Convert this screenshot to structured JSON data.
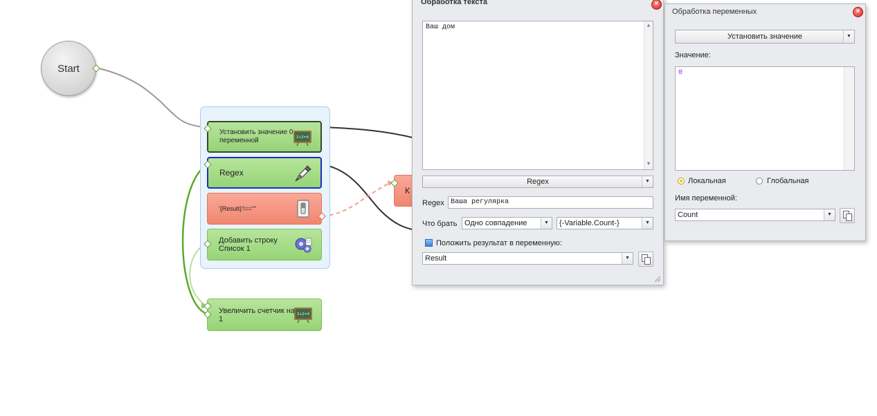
{
  "start_node": {
    "label": "Start"
  },
  "nodes": {
    "set_value": {
      "label": "Установить значение 0 переменной"
    },
    "regex": {
      "label": "Regex"
    },
    "condition": {
      "label": "'{Result}'!==\"\""
    },
    "add_line": {
      "label": "Добавить строку Список 1"
    },
    "increment": {
      "label": "Увеличить счетчик на 1"
    },
    "partial_red": {
      "label": "К"
    }
  },
  "text_window": {
    "title": "Обработка текста",
    "input_text": "Ваш дом",
    "mode_label": "Regex",
    "regex_label": "Regex",
    "regex_value": "Ваша регулярка",
    "take_label": "Что брать",
    "take_value": "Одно совпадение",
    "take_index_value": "{-Variable.Count-}",
    "save_label": "Положить результат в переменную:",
    "result_var": "Result"
  },
  "var_window": {
    "title": "Обработка переменных",
    "action_value": "Установить значение",
    "value_label": "Значение:",
    "value_text": "0",
    "local_label": "Локальная",
    "global_label": "Глобальная",
    "varname_label": "Имя переменной:",
    "varname_value": "Count"
  },
  "colors": {
    "node_green": "#9cd87c",
    "node_red": "#f4907a",
    "group_bg": "#e8f3fc",
    "window_bg": "#e9ebee",
    "close_red": "#d9241f"
  },
  "icons": {
    "set_value": "chalkboard-icon",
    "regex": "pen-nib-icon",
    "condition": "switch-icon",
    "add_line": "gears-icon",
    "increment": "chalkboard-icon"
  }
}
